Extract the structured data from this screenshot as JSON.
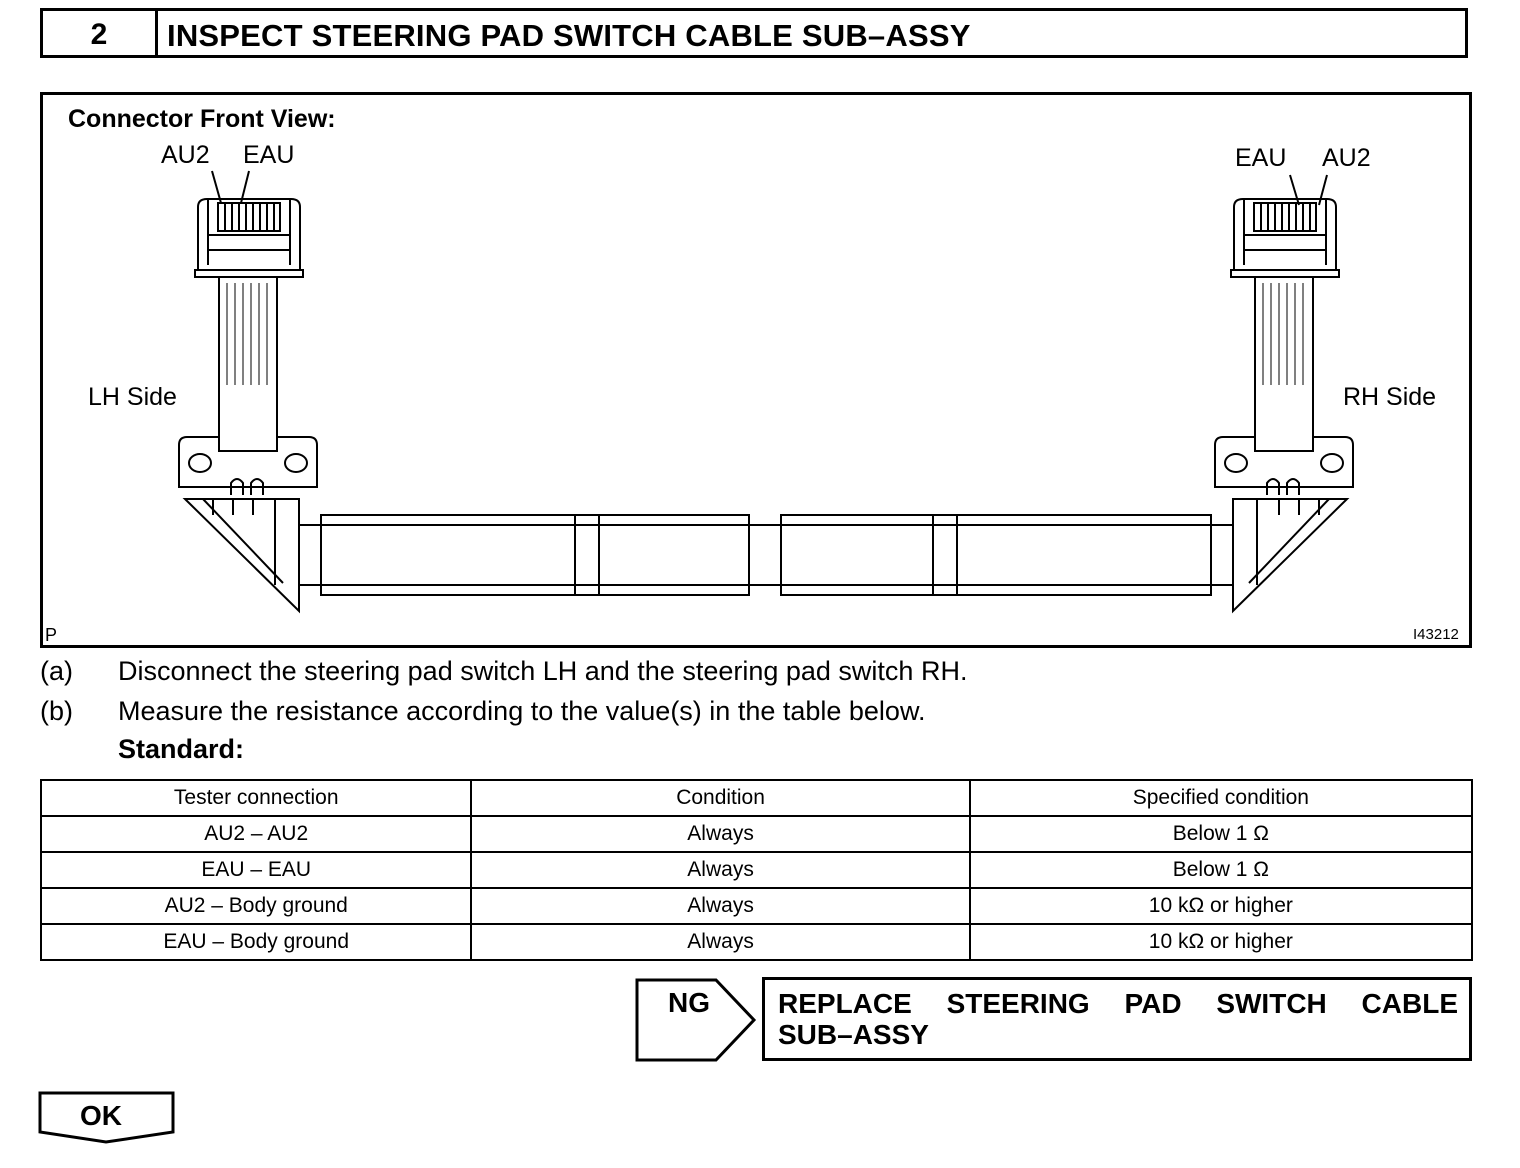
{
  "step": {
    "number": "2",
    "title": "INSPECT STEERING PAD SWITCH CABLE SUB–ASSY"
  },
  "figure": {
    "caption": "Connector Front View:",
    "left_pins": {
      "a": "AU2",
      "b": "EAU"
    },
    "right_pins": {
      "a": "EAU",
      "b": "AU2"
    },
    "lh_label": "LH Side",
    "rh_label": "RH Side",
    "corner_mark": "P",
    "figure_id": "I43212"
  },
  "instructions": [
    {
      "letter": "(a)",
      "text": "Disconnect the steering pad switch LH and the steering pad switch RH."
    },
    {
      "letter": "(b)",
      "text": "Measure the resistance according to the value(s) in the table below."
    }
  ],
  "standard_label": "Standard:",
  "table": {
    "headers": [
      "Tester connection",
      "Condition",
      "Specified condition"
    ],
    "rows": [
      [
        "AU2 – AU2",
        "Always",
        "Below 1 Ω"
      ],
      [
        "EAU – EAU",
        "Always",
        "Below 1 Ω"
      ],
      [
        "AU2 – Body ground",
        "Always",
        "10 kΩ or higher"
      ],
      [
        "EAU – Body ground",
        "Always",
        "10 kΩ or higher"
      ]
    ]
  },
  "ng": {
    "label": "NG",
    "action_words": [
      "REPLACE",
      "STEERING",
      "PAD",
      "SWITCH",
      "CABLE"
    ],
    "action_line2": "SUB–ASSY"
  },
  "ok": {
    "label": "OK"
  }
}
